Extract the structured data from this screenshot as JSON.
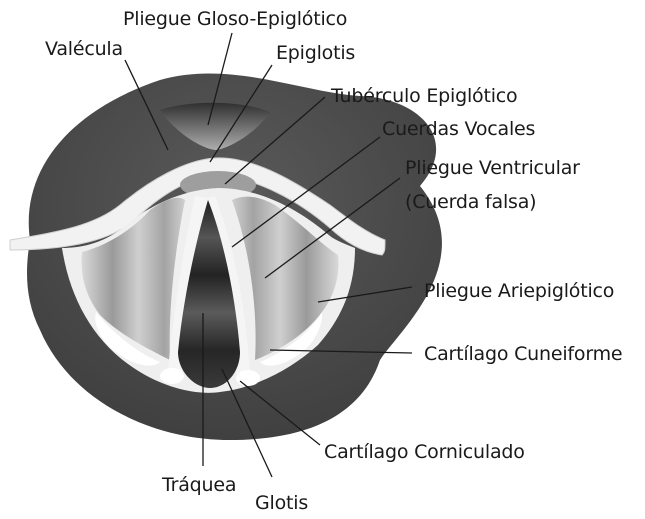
{
  "labels": {
    "pliegue_gloso_epiglotico": "Pliegue Gloso-Epiglótico",
    "valecula": "Valécula",
    "epiglotis": "Epiglotis",
    "tuberculo_epiglotico": "Tubérculo Epiglótico",
    "cuerdas_vocales": "Cuerdas Vocales",
    "pliegue_ventricular_1": "Pliegue Ventricular",
    "pliegue_ventricular_2": "(Cuerda falsa)",
    "pliegue_ariepiglotico": "Pliegue Ariepiglótico",
    "cartilago_cuneiforme": "Cartílago Cuneiforme",
    "cartilago_corniculado": "Cartílago Corniculado",
    "traquea": "Tráquea",
    "glotis": "Glotis"
  },
  "colors": {
    "outer_tissue": "#4d4d4d",
    "fold_highlight": "#f2f2f2",
    "ventricular_gray": "#b3b3b3",
    "glottis_dark": "#2b2b2b",
    "text": "#1a1a1a"
  }
}
